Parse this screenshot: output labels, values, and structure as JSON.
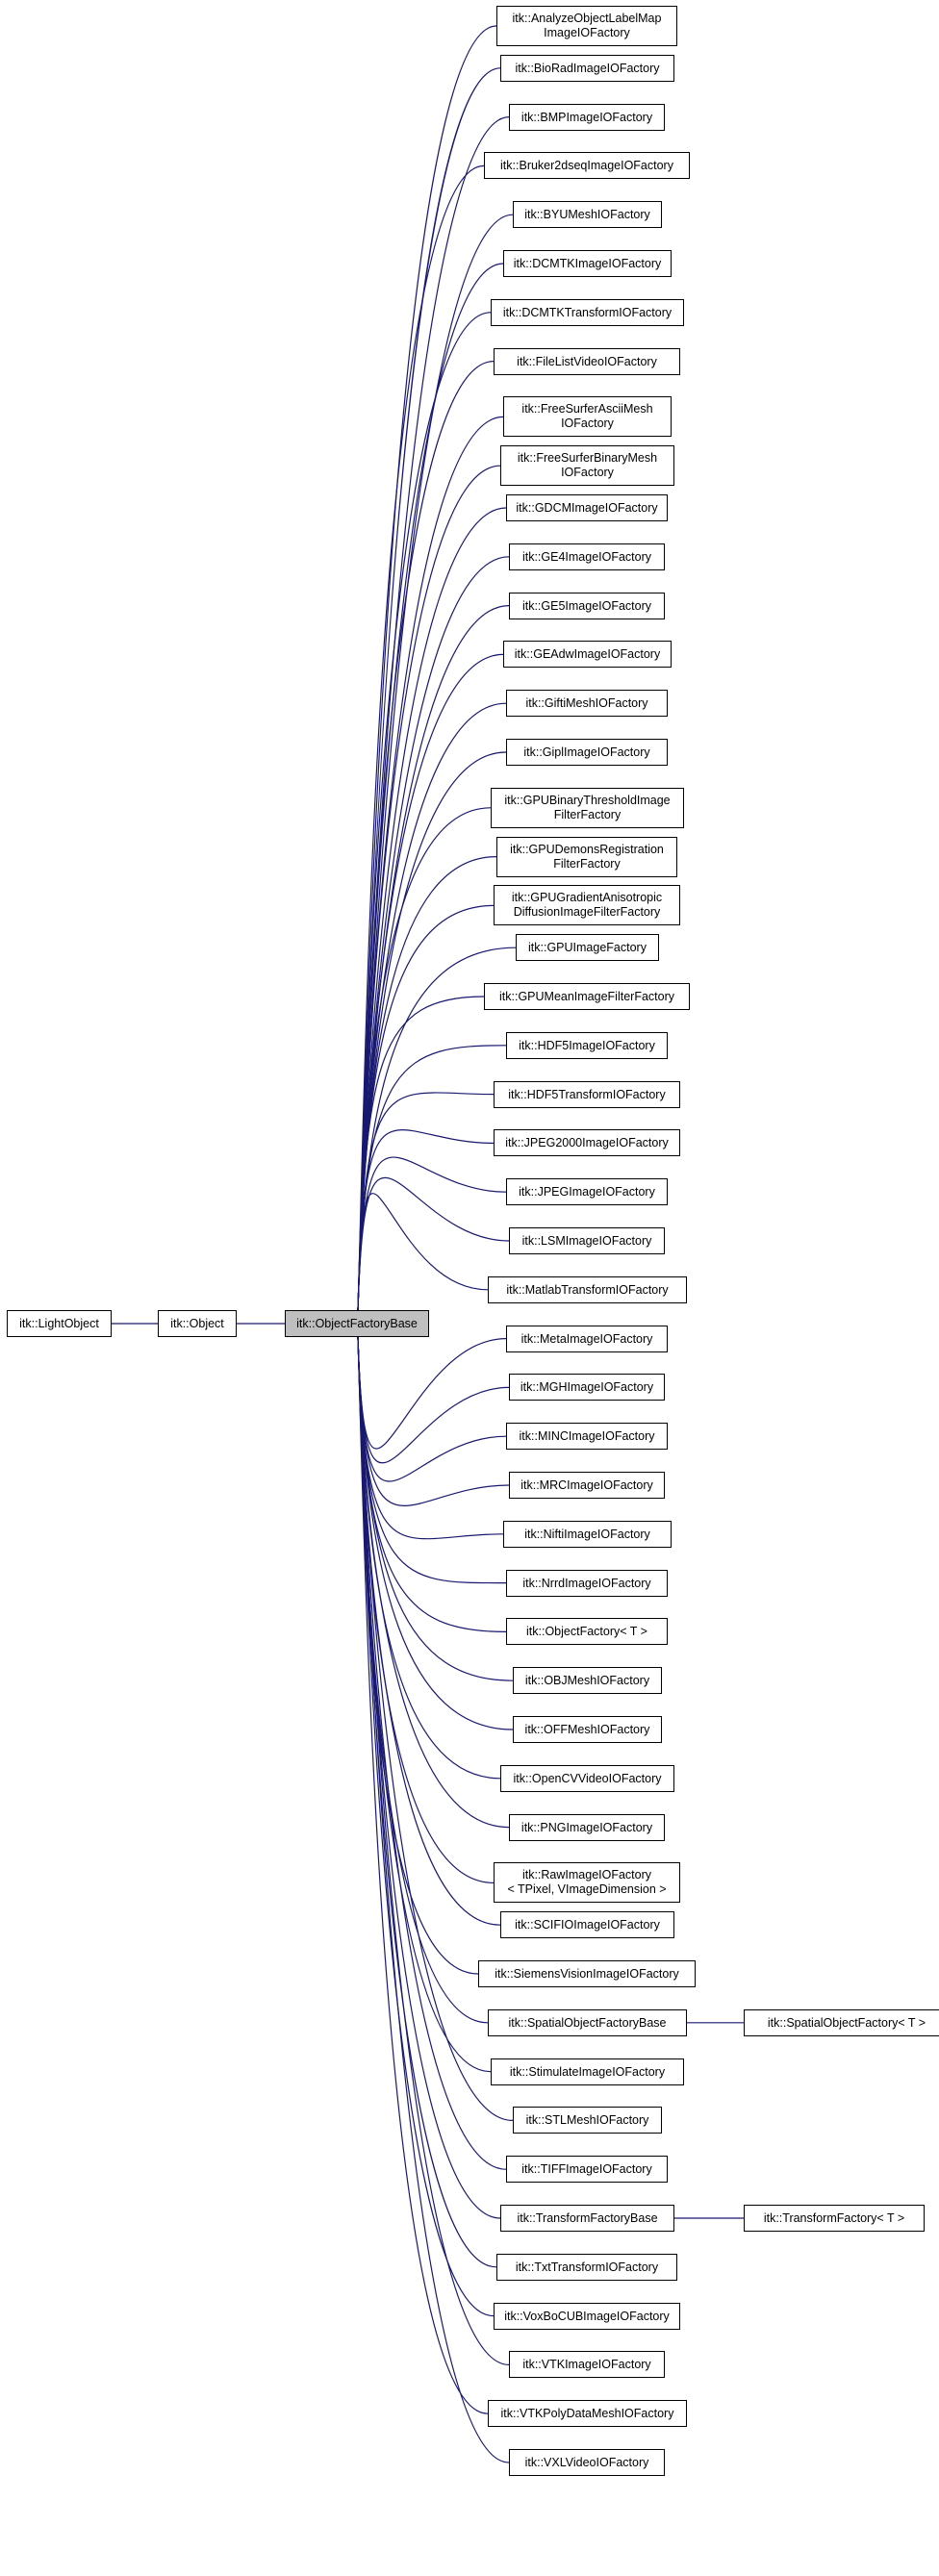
{
  "graph": {
    "focus": "itk::ObjectFactoryBase",
    "ancestors": [
      "itk::LightObject",
      "itk::Object"
    ],
    "subclasses": [
      "itk::AnalyzeObjectLabelMap\nImageIOFactory",
      "itk::BioRadImageIOFactory",
      "itk::BMPImageIOFactory",
      "itk::Bruker2dseqImageIOFactory",
      "itk::BYUMeshIOFactory",
      "itk::DCMTKImageIOFactory",
      "itk::DCMTKTransformIOFactory",
      "itk::FileListVideoIOFactory",
      "itk::FreeSurferAsciiMesh\nIOFactory",
      "itk::FreeSurferBinaryMesh\nIOFactory",
      "itk::GDCMImageIOFactory",
      "itk::GE4ImageIOFactory",
      "itk::GE5ImageIOFactory",
      "itk::GEAdwImageIOFactory",
      "itk::GiftiMeshIOFactory",
      "itk::GiplImageIOFactory",
      "itk::GPUBinaryThresholdImage\nFilterFactory",
      "itk::GPUDemonsRegistration\nFilterFactory",
      "itk::GPUGradientAnisotropic\nDiffusionImageFilterFactory",
      "itk::GPUImageFactory",
      "itk::GPUMeanImageFilterFactory",
      "itk::HDF5ImageIOFactory",
      "itk::HDF5TransformIOFactory",
      "itk::JPEG2000ImageIOFactory",
      "itk::JPEGImageIOFactory",
      "itk::LSMImageIOFactory",
      "itk::MatlabTransformIOFactory",
      "itk::MetaImageIOFactory",
      "itk::MGHImageIOFactory",
      "itk::MINCImageIOFactory",
      "itk::MRCImageIOFactory",
      "itk::NiftiImageIOFactory",
      "itk::NrrdImageIOFactory",
      "itk::ObjectFactory< T >",
      "itk::OBJMeshIOFactory",
      "itk::OFFMeshIOFactory",
      "itk::OpenCVVideoIOFactory",
      "itk::PNGImageIOFactory",
      "itk::RawImageIOFactory\n< TPixel, VImageDimension >",
      "itk::SCIFIOImageIOFactory",
      "itk::SiemensVisionImageIOFactory",
      "itk::SpatialObjectFactoryBase",
      "itk::StimulateImageIOFactory",
      "itk::STLMeshIOFactory",
      "itk::TIFFImageIOFactory",
      "itk::TransformFactoryBase",
      "itk::TxtTransformIOFactory",
      "itk::VoxBoCUBImageIOFactory",
      "itk::VTKImageIOFactory",
      "itk::VTKPolyDataMeshIOFactory",
      "itk::VXLVideoIOFactory"
    ],
    "grandchildren": [
      {
        "parent": "itk::SpatialObjectFactoryBase",
        "label": "itk::SpatialObjectFactory< T >"
      },
      {
        "parent": "itk::TransformFactoryBase",
        "label": "itk::TransformFactory< T >"
      }
    ]
  },
  "colors": {
    "edge": "#191970",
    "focus_fill": "#bfbfbf",
    "node_fill": "#ffffff",
    "node_border": "#000000"
  }
}
